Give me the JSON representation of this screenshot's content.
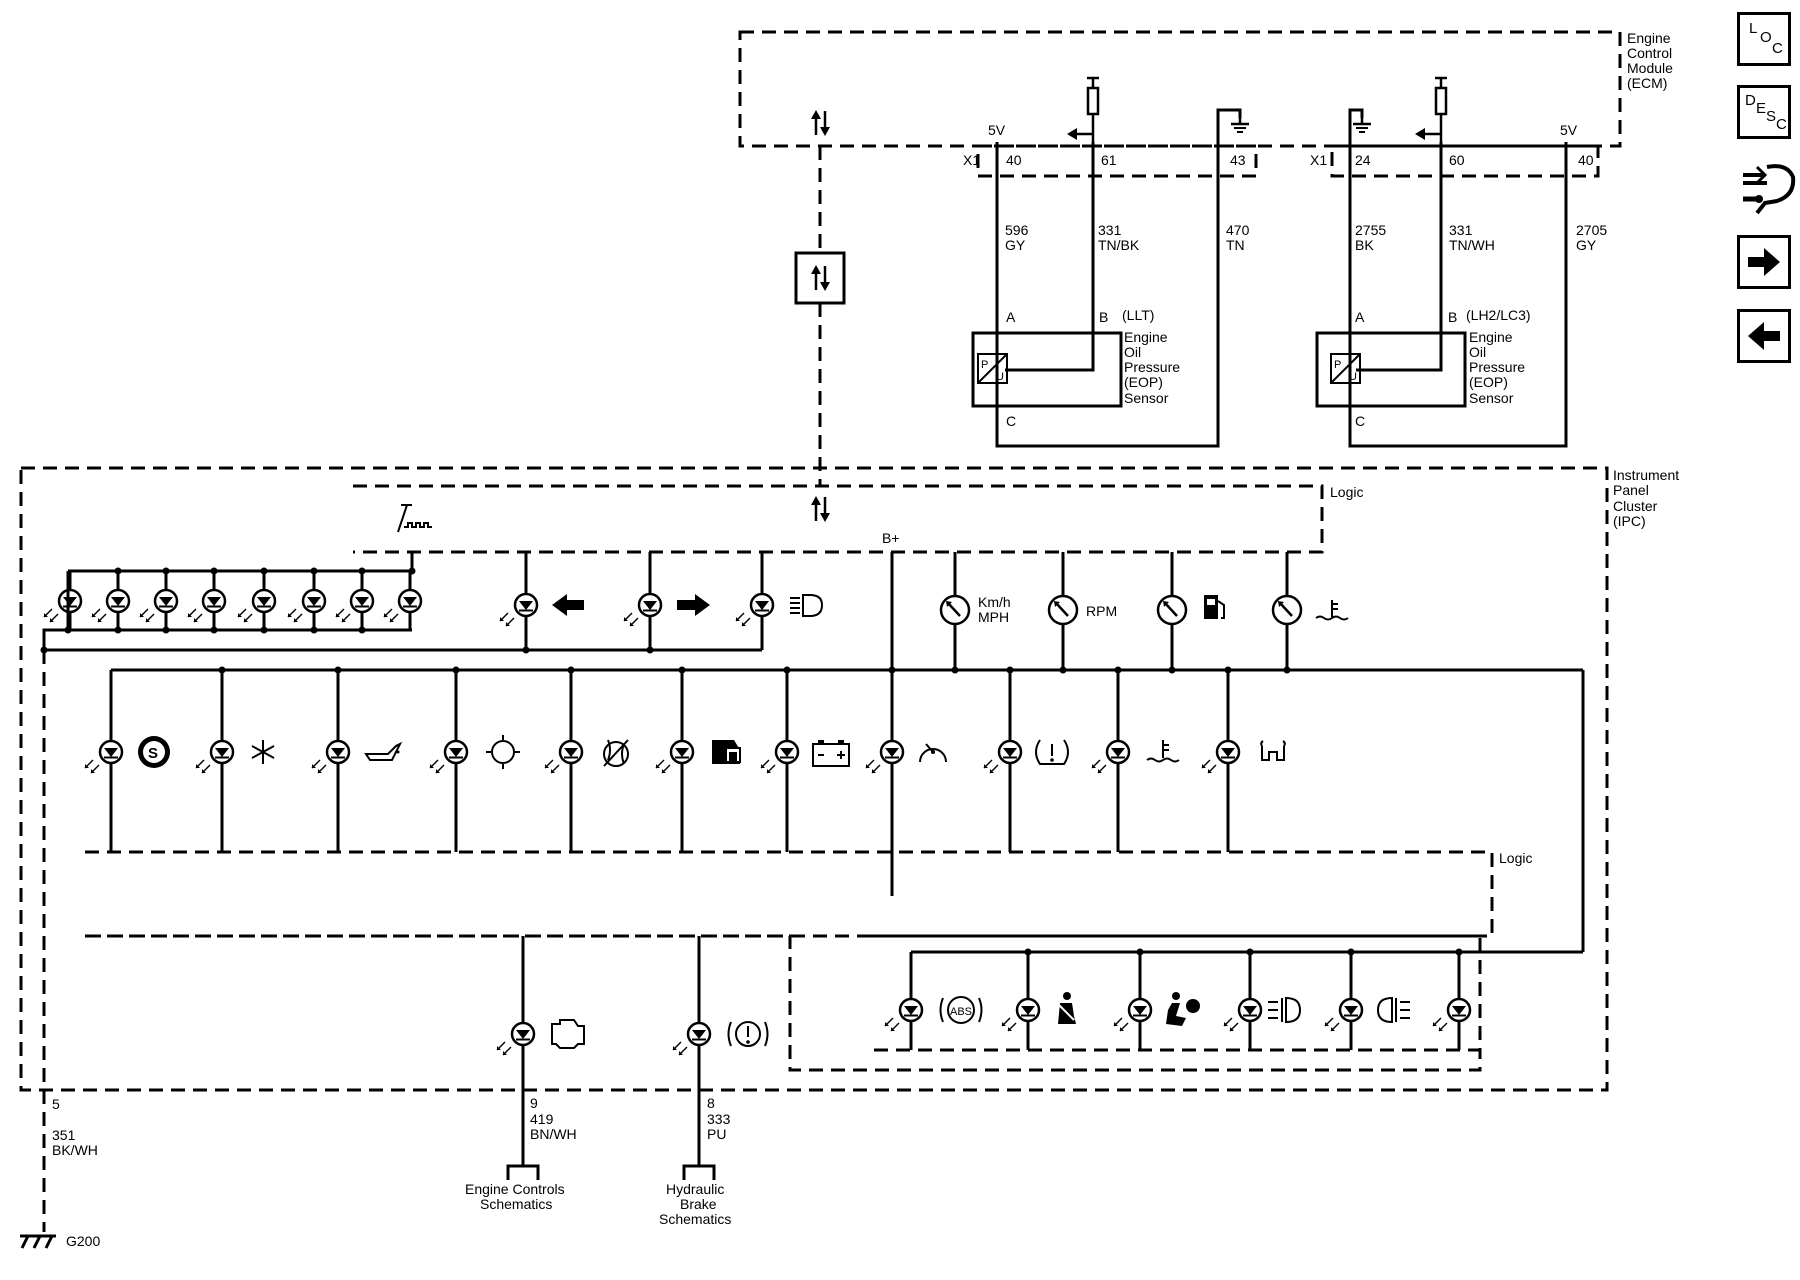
{
  "modules": {
    "ecm": [
      "Engine",
      "Control",
      "Module",
      "(ECM)"
    ],
    "ipc": [
      "Instrument",
      "Panel",
      "Cluster",
      "(IPC)"
    ],
    "logic_upper": "Logic",
    "logic_lower": "Logic",
    "b_plus": "B+"
  },
  "ecm_pins": {
    "left": {
      "connector": "X1",
      "supply": "5V",
      "pins": [
        "40",
        "61",
        "43"
      ]
    },
    "right": {
      "connector": "X1",
      "supply": "5V",
      "pins": [
        "24",
        "60",
        "40"
      ]
    }
  },
  "wires": {
    "w596": [
      "596",
      "GY"
    ],
    "w331a": [
      "331",
      "TN/BK"
    ],
    "w470": [
      "470",
      "TN"
    ],
    "w2755": [
      "2755",
      "BK"
    ],
    "w331b": [
      "331",
      "TN/WH"
    ],
    "w2705": [
      "2705",
      "GY"
    ],
    "w351": [
      "5",
      "351",
      "BK/WH"
    ],
    "w419": [
      "9",
      "419",
      "BN/WH"
    ],
    "w333": [
      "8",
      "333",
      "PU"
    ]
  },
  "sensors": {
    "left": {
      "variant": "(LLT)",
      "pins": [
        "A",
        "B",
        "C"
      ],
      "name": [
        "Engine",
        "Oil",
        "Pressure",
        "(EOP)",
        "Sensor"
      ],
      "mark": [
        "P",
        "U"
      ]
    },
    "right": {
      "variant": "(LH2/LC3)",
      "pins": [
        "A",
        "B",
        "C"
      ],
      "name": [
        "Engine",
        "Oil",
        "Pressure",
        "(EOP)",
        "Sensor"
      ],
      "mark": [
        "P",
        "U"
      ]
    }
  },
  "gauges": {
    "speed": [
      "Km/h",
      "MPH"
    ],
    "rpm": "RPM"
  },
  "icon_text": {
    "abs": "ABS",
    "s": "S"
  },
  "refs": {
    "engine": [
      "Engine Controls",
      "Schematics"
    ],
    "brake": [
      "Hydraulic",
      "Brake",
      "Schematics"
    ],
    "ground": "G200"
  },
  "nav": {
    "loc": [
      "L",
      "O",
      "C"
    ],
    "desc": [
      "D",
      "E",
      "S",
      "C"
    ],
    "icons": [
      "connector-diagram-icon",
      "next-page-arrow-icon",
      "previous-page-arrow-icon"
    ]
  }
}
